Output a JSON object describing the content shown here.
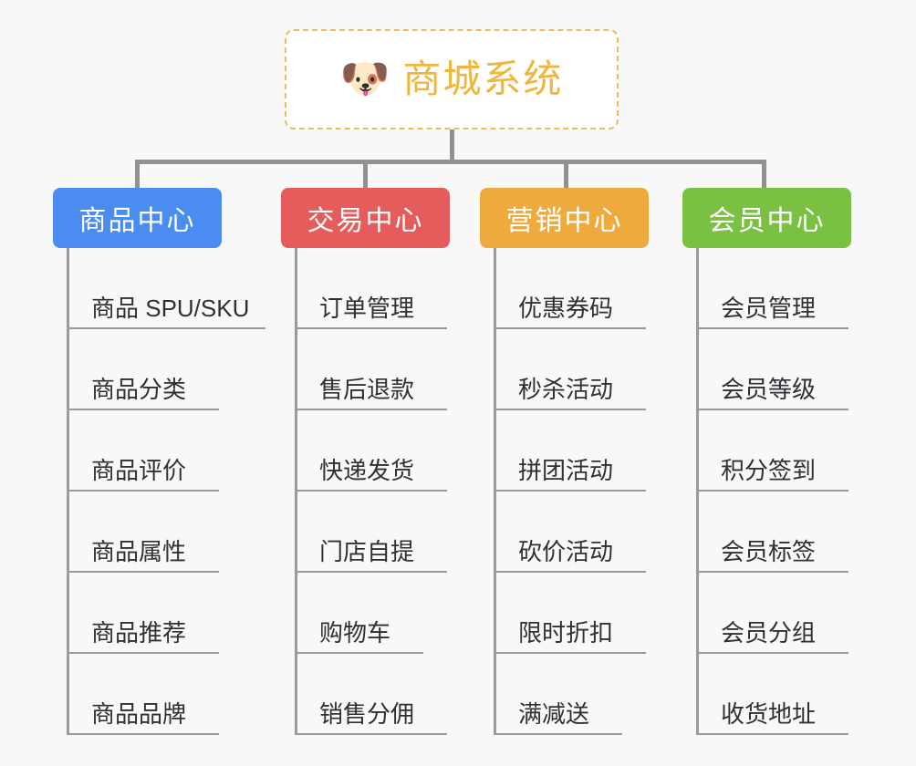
{
  "diagram": {
    "type": "tree",
    "background_color": "#f8f8f8",
    "root": {
      "icon": "dog-face-icon",
      "icon_glyph": "🐶",
      "title": "商城系统",
      "title_color": "#f2b53c",
      "border_color": "#f0b95a",
      "border_style": "dashed",
      "fill_color": "#ffffff"
    },
    "branches": [
      {
        "id": "product",
        "label": "商品中心",
        "color": "#4a8cf0",
        "items": [
          "商品 SPU/SKU",
          "商品分类",
          "商品评价",
          "商品属性",
          "商品推荐",
          "商品品牌"
        ]
      },
      {
        "id": "trade",
        "label": "交易中心",
        "color": "#e65c5c",
        "items": [
          "订单管理",
          "售后退款",
          "快递发货",
          "门店自提",
          "购物车",
          "销售分佣"
        ]
      },
      {
        "id": "marketing",
        "label": "营销中心",
        "color": "#eeaa3c",
        "items": [
          "优惠券码",
          "秒杀活动",
          "拼团活动",
          "砍价活动",
          "限时折扣",
          "满减送"
        ]
      },
      {
        "id": "member",
        "label": "会员中心",
        "color": "#79c043",
        "items": [
          "会员管理",
          "会员等级",
          "积分签到",
          "会员标签",
          "会员分组",
          "收货地址"
        ]
      }
    ]
  }
}
